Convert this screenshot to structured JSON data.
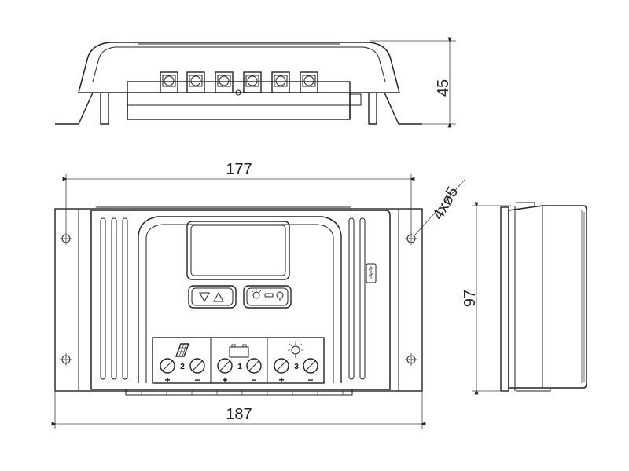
{
  "dimensions": {
    "height_top_view": "45",
    "inner_width": "177",
    "outer_width": "187",
    "side_height": "97",
    "mount_holes": "4xø5"
  },
  "terminals": {
    "solar_number": "2",
    "battery_number": "1",
    "load_number": "3",
    "plus_sign": "+",
    "minus_sign": "−"
  },
  "icons": {
    "solar": "solar-panel-icon",
    "battery": "battery-icon",
    "load": "lamp-icon",
    "usb": "usb-icon",
    "arrows": "down-up-arrow-icon"
  }
}
